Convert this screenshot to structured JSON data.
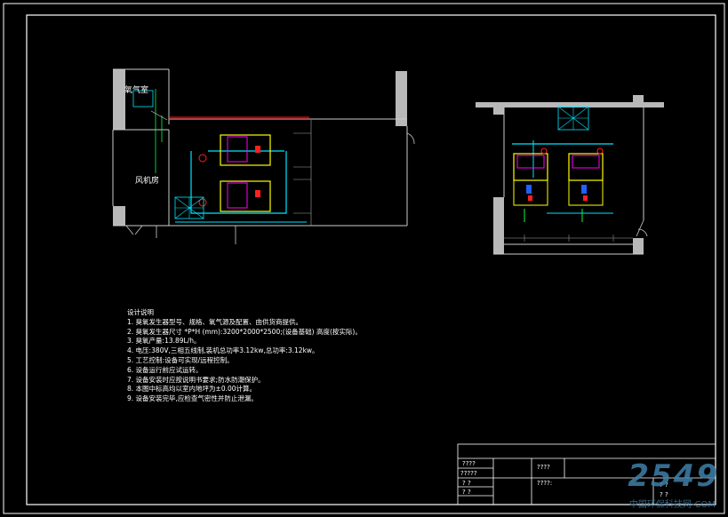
{
  "rooms": {
    "oxygen_room": "氧气室",
    "fan_room": "风机房"
  },
  "notes": {
    "title": "设计说明",
    "items": [
      "1. 臭氧发生器型号、规格、氧气源及配置、由供货商提供。",
      "2. 臭氧发生器尺寸 *P*H (mm):3200*2000*2500;(设备基础) 高度(按实际)。",
      "3. 臭氧产量:13.89L/h。",
      "4. 电压:380V,三相五线制,装机总功率3.12kw,总功率:3.12kw。",
      "5. 工艺控制:设备可实现/远程控制。",
      "6. 设备运行前应试运转。",
      "7. 设备安装时应按说明书要求;防水防潮保护。",
      "8. 本图中标高均以室内地坪为±0.00计算。",
      "9. 设备安装完毕,应检查气密性并防止泄漏。"
    ]
  },
  "title_block": {
    "row1": "????",
    "row2": "?????",
    "row3": "?   ?",
    "row4": "?   ?",
    "drawing_name": "????",
    "drawing_no": "????:",
    "sub1": "?   ?",
    "sub2": "?   ?"
  },
  "watermark": {
    "logo": "2549",
    "tagline": "中国环保科技网-COM"
  },
  "colors": {
    "frame": "#ffffff",
    "wall": "#b0b0b0",
    "water_pipe": "#00e5ff",
    "equipment": "#ffff00",
    "magenta": "#ff00ff",
    "red": "#ff2020",
    "green": "#00ff40",
    "blue": "#2060ff",
    "watermark": "#3f7fa8"
  }
}
